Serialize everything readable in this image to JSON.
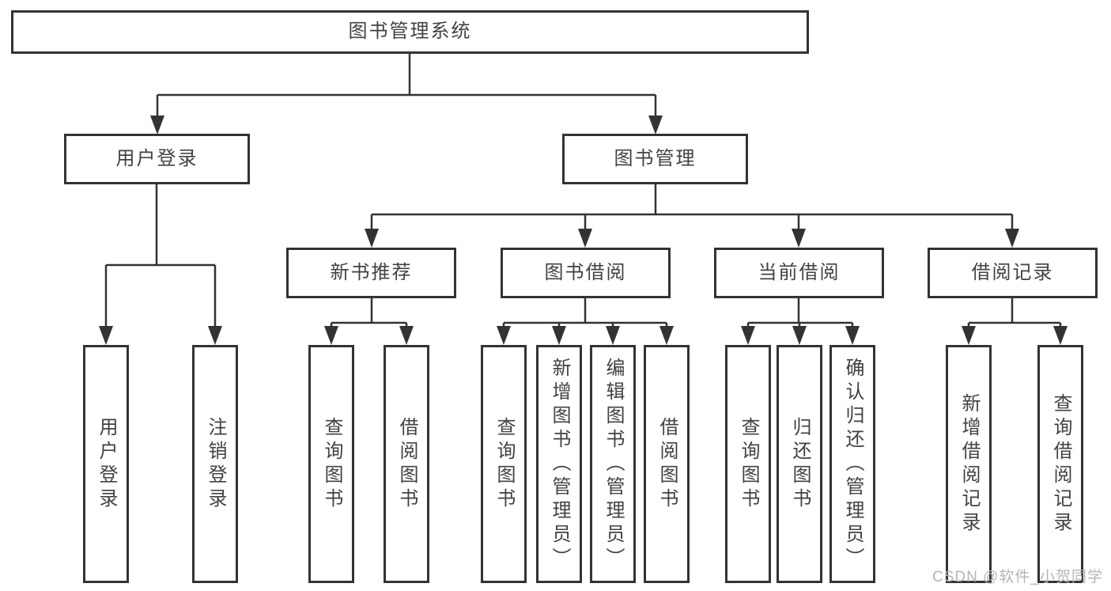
{
  "diagram": {
    "root": "图书管理系统",
    "level2": [
      "用户登录",
      "图书管理"
    ],
    "level3": [
      "新书推荐",
      "图书借阅",
      "当前借阅",
      "借阅记录"
    ],
    "leaves": {
      "user": [
        "用户登录",
        "注销登录"
      ],
      "recommend": [
        "查询图书",
        "借阅图书"
      ],
      "borrow": [
        "查询图书",
        "新增图书（管理员）",
        "编辑图书（管理员）",
        "借阅图书"
      ],
      "current": [
        "查询图书",
        "归还图书",
        "确认归还（管理员）"
      ],
      "records": [
        "新增借阅记录",
        "查询借阅记录"
      ]
    }
  },
  "watermark": "CSDN @软件_小贺同学",
  "colors": {
    "line": "#333333",
    "text": "#424242",
    "watermark": "#b5b5b5",
    "background": "#ffffff"
  }
}
